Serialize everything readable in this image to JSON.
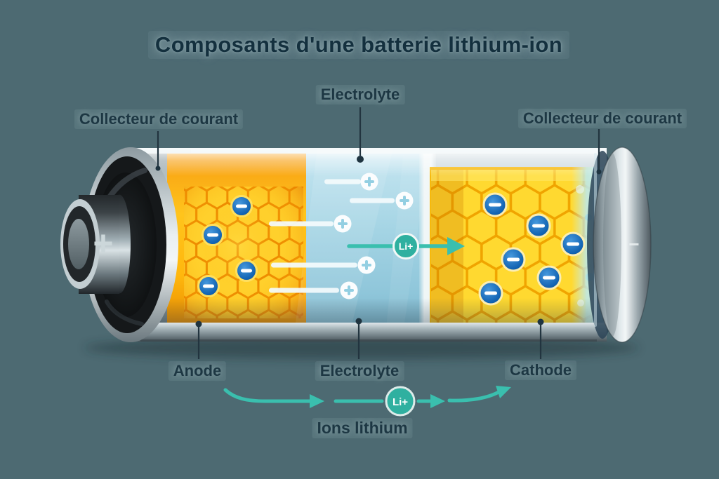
{
  "title": "Composants d'une batterie lithium-ion",
  "labels": {
    "electrolyte_top": "Electrolyte",
    "collector_left": "Collecteur de courant",
    "collector_right": "Collecteur de courant",
    "anode": "Anode",
    "electrolyte_bottom": "Electrolyte",
    "cathode": "Cathode",
    "lithium_ions": "Ions lithium"
  },
  "battery": {
    "positive_terminal_symbol": "+",
    "negative_terminal_symbol": "−",
    "lithium_ion_label": "Li+"
  },
  "diagram_counts": {
    "anode_electrons": 4,
    "cathode_electrons": 6,
    "electrolyte_ions": 5
  },
  "colors": {
    "background": "#4d6a72",
    "label_text": "#1d3743",
    "teal_accent": "#3abfae",
    "lithium_circle": "#2fb0a0",
    "electron_blue": "#1263b2",
    "electron_ring_gold": "#ffdf5e",
    "anode_orange": "#ee8c00",
    "anode_yellow": "#ffd02c",
    "cathode_yellow": "#ffd930",
    "electrolyte_blue": "#a4d4e4"
  }
}
